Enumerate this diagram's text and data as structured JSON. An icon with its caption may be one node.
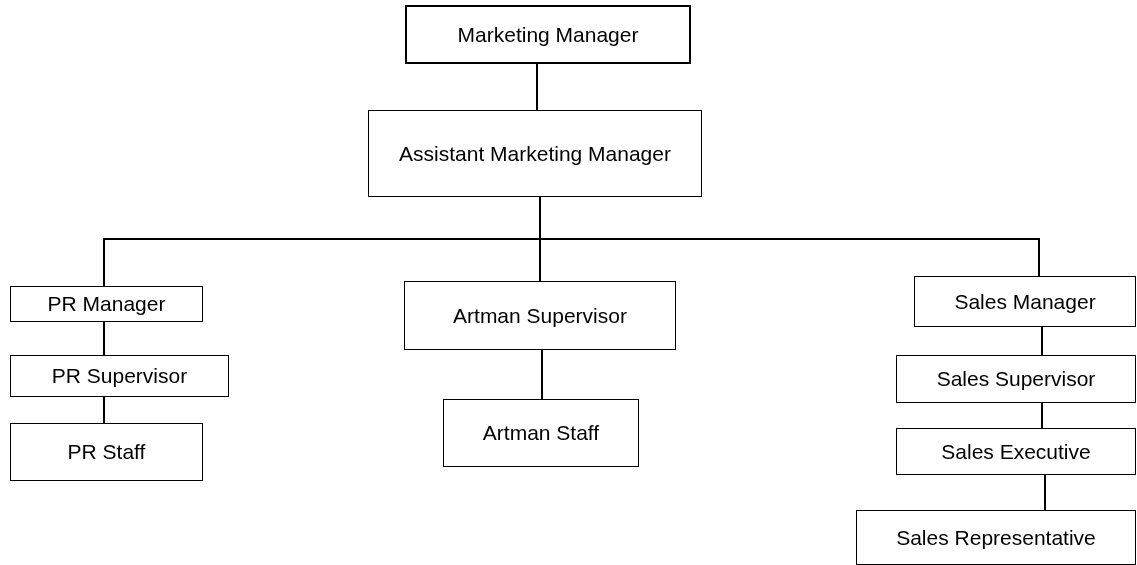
{
  "diagram": {
    "nodes": [
      {
        "text": [
          "Marketing Manager"
        ]
      },
      {
        "text": [
          "Assistant Marketing Manager"
        ]
      },
      {
        "text": [
          "PR Manager"
        ]
      },
      {
        "text": [
          "PR Supervisor"
        ]
      },
      {
        "text": [
          "PR Staff"
        ]
      },
      {
        "text": [
          "Artman Supervisor"
        ]
      },
      {
        "text": [
          "Artman Staff"
        ]
      },
      {
        "text": [
          "Sales Manager"
        ]
      },
      {
        "text": [
          "Sales Supervisor"
        ]
      },
      {
        "text": [
          "Sales Executive"
        ]
      },
      {
        "text": [
          "Sales Representative"
        ]
      }
    ],
    "edges": [
      {
        "from": 0,
        "to": 1,
        "arrow": "none"
      },
      {
        "from": 1,
        "to": 2,
        "arrow": "none"
      },
      {
        "from": 1,
        "to": 5,
        "arrow": "none"
      },
      {
        "from": 1,
        "to": 7,
        "arrow": "none"
      },
      {
        "from": 2,
        "to": 3,
        "arrow": "none"
      },
      {
        "from": 3,
        "to": 4,
        "arrow": "none"
      },
      {
        "from": 5,
        "to": 6,
        "arrow": "none"
      },
      {
        "from": 7,
        "to": 8,
        "arrow": "none"
      },
      {
        "from": 8,
        "to": 9,
        "arrow": "none"
      },
      {
        "from": 9,
        "to": 10,
        "arrow": "none"
      }
    ]
  }
}
